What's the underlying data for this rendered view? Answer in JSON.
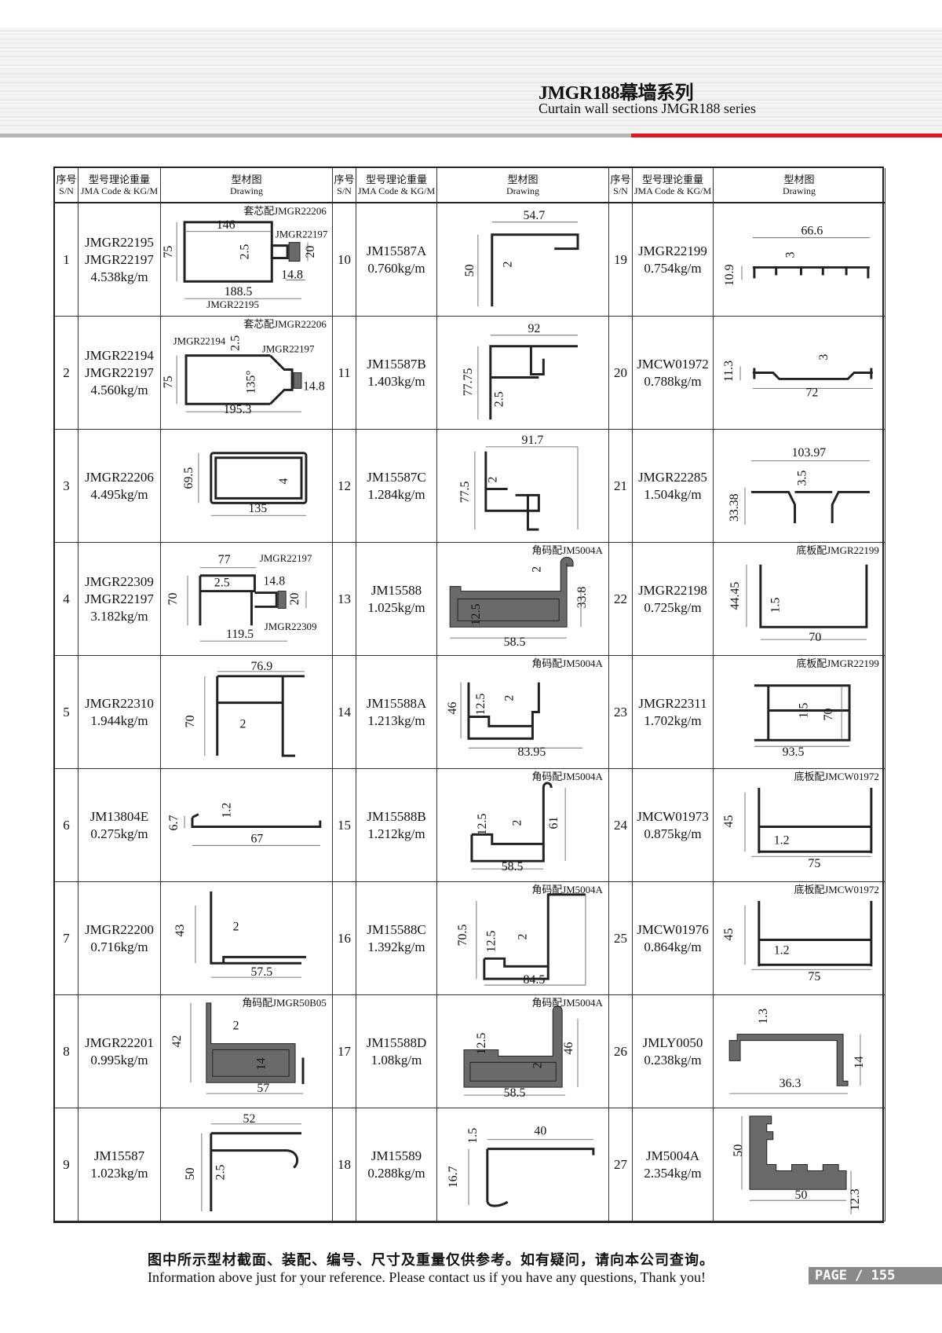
{
  "header": {
    "title": "JMGR188幕墙系列",
    "subtitle": "Curtain wall sections JMGR188 series"
  },
  "table_header": {
    "sn_cn": "序号",
    "sn_en": "S/N",
    "code_cn": "型号理论重量",
    "code_en": "JMA Code & KG/M",
    "drawing_cn": "型材图",
    "drawing_en": "Drawing"
  },
  "items": [
    {
      "sn": "1",
      "codes": [
        "JMGR22195",
        "JMGR22197"
      ],
      "weight": "4.538kg/m",
      "note": "套芯配JMGR22206",
      "dims": [
        "146",
        "JMGR22197",
        "75",
        "2.5",
        "14.8",
        "20",
        "188.5",
        "JMGR22195"
      ]
    },
    {
      "sn": "2",
      "codes": [
        "JMGR22194",
        "JMGR22197"
      ],
      "weight": "4.560kg/m",
      "note": "套芯配JMGR22206",
      "dims": [
        "JMGR22194",
        "2.5",
        "JMGR22197",
        "75",
        "135°",
        "14.8",
        "195.3"
      ]
    },
    {
      "sn": "3",
      "codes": [
        "JMGR22206"
      ],
      "weight": "4.495kg/m",
      "dims": [
        "69.5",
        "4",
        "135"
      ]
    },
    {
      "sn": "4",
      "codes": [
        "JMGR22309",
        "JMGR22197"
      ],
      "weight": "3.182kg/m",
      "dims": [
        "77",
        "JMGR22197",
        "2.5",
        "14.8",
        "70",
        "20",
        "119.5",
        "JMGR22309"
      ]
    },
    {
      "sn": "5",
      "codes": [
        "JMGR22310"
      ],
      "weight": "1.944kg/m",
      "dims": [
        "76.9",
        "70",
        "2"
      ]
    },
    {
      "sn": "6",
      "codes": [
        "JM13804E"
      ],
      "weight": "0.275kg/m",
      "dims": [
        "6.7",
        "1.2",
        "67"
      ]
    },
    {
      "sn": "7",
      "codes": [
        "JMGR22200"
      ],
      "weight": "0.716kg/m",
      "dims": [
        "43",
        "2",
        "57.5"
      ]
    },
    {
      "sn": "8",
      "codes": [
        "JMGR22201"
      ],
      "weight": "0.995kg/m",
      "note": "角码配JMGR50B05",
      "dims": [
        "42",
        "2",
        "14",
        "57"
      ]
    },
    {
      "sn": "9",
      "codes": [
        "JM15587"
      ],
      "weight": "1.023kg/m",
      "dims": [
        "52",
        "50",
        "2.5"
      ]
    },
    {
      "sn": "10",
      "codes": [
        "JM15587A"
      ],
      "weight": "0.760kg/m",
      "dims": [
        "54.7",
        "50",
        "2"
      ]
    },
    {
      "sn": "11",
      "codes": [
        "JM15587B"
      ],
      "weight": "1.403kg/m",
      "dims": [
        "92",
        "77.75",
        "2.5"
      ]
    },
    {
      "sn": "12",
      "codes": [
        "JM15587C"
      ],
      "weight": "1.284kg/m",
      "dims": [
        "91.7",
        "77.5",
        "2"
      ]
    },
    {
      "sn": "13",
      "codes": [
        "JM15588"
      ],
      "weight": "1.025kg/m",
      "note": "角码配JM5004A",
      "dims": [
        "2",
        "33.8",
        "12.5",
        "58.5"
      ]
    },
    {
      "sn": "14",
      "codes": [
        "JM15588A"
      ],
      "weight": "1.213kg/m",
      "note": "角码配JM5004A",
      "dims": [
        "46",
        "12.5",
        "2",
        "83.95"
      ]
    },
    {
      "sn": "15",
      "codes": [
        "JM15588B"
      ],
      "weight": "1.212kg/m",
      "note": "角码配JM5004A",
      "dims": [
        "12.5",
        "2",
        "61",
        "58.5"
      ]
    },
    {
      "sn": "16",
      "codes": [
        "JM15588C"
      ],
      "weight": "1.392kg/m",
      "note": "角码配JM5004A",
      "dims": [
        "70.5",
        "12.5",
        "2",
        "84.5"
      ]
    },
    {
      "sn": "17",
      "codes": [
        "JM15588D"
      ],
      "weight": "1.08kg/m",
      "note": "角码配JM5004A",
      "dims": [
        "12.5",
        "46",
        "2",
        "58.5"
      ]
    },
    {
      "sn": "18",
      "codes": [
        "JM15589"
      ],
      "weight": "0.288kg/m",
      "dims": [
        "40",
        "1.5",
        "16.7"
      ]
    },
    {
      "sn": "19",
      "codes": [
        "JMGR22199"
      ],
      "weight": "0.754kg/m",
      "dims": [
        "66.6",
        "3",
        "10.9"
      ]
    },
    {
      "sn": "20",
      "codes": [
        "JMCW01972"
      ],
      "weight": "0.788kg/m",
      "dims": [
        "11.3",
        "3",
        "72"
      ]
    },
    {
      "sn": "21",
      "codes": [
        "JMGR22285"
      ],
      "weight": "1.504kg/m",
      "dims": [
        "103.97",
        "3.5",
        "33.38"
      ]
    },
    {
      "sn": "22",
      "codes": [
        "JMGR22198"
      ],
      "weight": "0.725kg/m",
      "note": "底板配JMGR22199",
      "dims": [
        "44.45",
        "1.5",
        "70"
      ]
    },
    {
      "sn": "23",
      "codes": [
        "JMGR22311"
      ],
      "weight": "1.702kg/m",
      "note": "底板配JMGR22199",
      "dims": [
        "1.5",
        "70",
        "93.5"
      ]
    },
    {
      "sn": "24",
      "codes": [
        "JMCW01973"
      ],
      "weight": "0.875kg/m",
      "note": "底板配JMCW01972",
      "dims": [
        "45",
        "1.2",
        "75"
      ]
    },
    {
      "sn": "25",
      "codes": [
        "JMCW01976"
      ],
      "weight": "0.864kg/m",
      "note": "底板配JMCW01972",
      "dims": [
        "45",
        "1.2",
        "75"
      ]
    },
    {
      "sn": "26",
      "codes": [
        "JMLY0050"
      ],
      "weight": "0.238kg/m",
      "dims": [
        "1.3",
        "14",
        "36.3"
      ]
    },
    {
      "sn": "27",
      "codes": [
        "JM5004A"
      ],
      "weight": "2.354kg/m",
      "dims": [
        "50",
        "50",
        "12.3"
      ]
    }
  ],
  "footer": {
    "cn": "图中所示型材截面、装配、编号、尺寸及重量仅供参考。如有疑问，请向本公司查询。",
    "en": "Information above just for your reference. Please contact us if you have any questions, Thank you!",
    "page": "PAGE / 155"
  },
  "colors": {
    "accent": "#e8141c",
    "rule": "#b5b5b5",
    "badge": "#8a8a8a"
  }
}
